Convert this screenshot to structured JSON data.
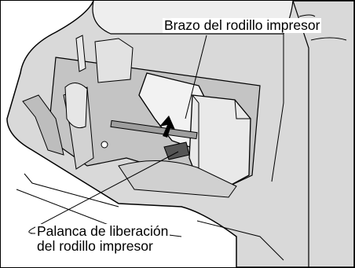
{
  "labels": {
    "arm": "Brazo del rodillo impresor",
    "lever_line1": "Palanca de liberación",
    "lever_line2": "del rodillo impresor"
  }
}
